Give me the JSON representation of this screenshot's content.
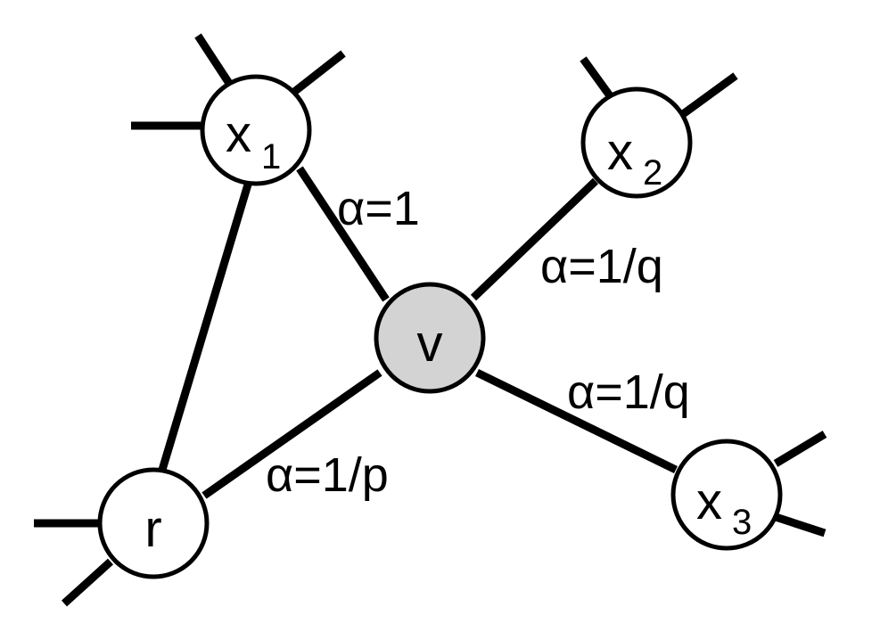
{
  "colors": {
    "line": "#000000",
    "node_fill": "#ffffff",
    "current_node_fill": "#d3d3d3"
  },
  "nodes": {
    "x1": {
      "label": "x",
      "subscript": "1"
    },
    "x2": {
      "label": "x",
      "subscript": "2"
    },
    "x3": {
      "label": "x",
      "subscript": "3"
    },
    "v": {
      "label": "v"
    },
    "r": {
      "label": "r"
    }
  },
  "edges": {
    "v_x1": {
      "label": "α=1"
    },
    "v_x2": {
      "label": "α=1/q"
    },
    "v_x3": {
      "label": "α=1/q"
    },
    "v_r": {
      "label": "α=1/p"
    }
  }
}
